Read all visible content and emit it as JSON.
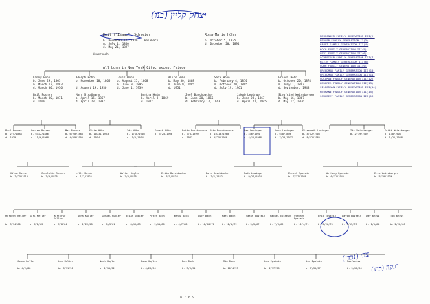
{
  "header": {
    "handwritten_title": "יצחק קליין (בנו)",
    "root_name": "Emil (\"Isaac\") Schreier",
    "root_line1": "b. November 12, 1830",
    "root_line2": "m. July 1, 1860",
    "root_line3": "d. May 21, 1897",
    "root_place": "Holabach",
    "root_place2": "Neuerbach",
    "spouse_name": "Rosa-Marie Höhn",
    "spouse_line1": "b. October 5, 1835",
    "spouse_line2": "d. December 20, 1894",
    "banner": "All born in New York City, except Friede"
  },
  "legend": [
    "RESPONDER FAMILY GENERATION III(2)",
    "BERGER FAMILY GENERATION II(3)",
    "HAUPT FAMILY GENERATION III(4)",
    "KOCH FAMILY GENERATION III(5)",
    "LEVI FAMILY GENERATION III(6)",
    "SCHNEIDER FAMILY GENERATION III(7)",
    "KLEIN FAMILY GENERATION III(8)",
    "COHN FAMILY GENERATION III(9)",
    "FREEDMAN FAMILY GENERATION III(10)",
    "FRIEDMAN FAMILY GENERATION III(11)",
    "GOLDMAN FAMILY GENERATION III(12)",
    "LEDERER FAMILY GENERATION III(13)",
    "SILBERMAN FAMILY GENERATION III(14)",
    "NEUMANN FAMILY GENERATION III(15)",
    "SCHUBERT FAMILY GENERATION III(16)"
  ],
  "gen2": [
    {
      "name": "Fanny Höhn",
      "b": "b. June 29, 1863",
      "m": "m. March 17, 1883",
      "d": "d. March 30, 1936"
    },
    {
      "name": "Adolph Höhn",
      "b": "b. November 18, 1865",
      "m": "",
      "d": "d. August 19, 1930"
    },
    {
      "name": "Louis Höhn",
      "b": "b. August 25, 1868",
      "m": "m. June 9, 1895",
      "d": "d. June 1, 1939"
    },
    {
      "name": "Alice Höhn",
      "b": "b. May 30, 1868",
      "m": "m. June 9, 1895",
      "d": "d. 1951"
    },
    {
      "name": "Sara Höhn",
      "b": "b. February 4, 1870",
      "m": "m. October 20, 1895",
      "d": "d. July 19, 1961"
    },
    {
      "name": "Frieda Höhn",
      "b": "b. October 20, 1874",
      "m": "m. July 1, 1897",
      "d": "d. September, 1948"
    }
  ],
  "gen2_spouses": [
    {
      "name": "Emil Rosner",
      "b": "b. March 30, 1871",
      "d": "d. 1940"
    },
    {
      "name": "Mary Straßmann",
      "b": "b. April 15, 1867",
      "d": "d. April 23, 1937"
    },
    {
      "name": "Bertha Haim",
      "b": "b. April 8, 1869",
      "d": "d. 1942"
    },
    {
      "name": "Joel Buschbacher",
      "b": "b. June 20, 1866",
      "d": "d. February 17, 1943"
    },
    {
      "name": "Jakob Lewinger",
      "b": "b. June 28, 1867",
      "d": "d. April 21, 1945"
    },
    {
      "name": "Siegfried Weissberger",
      "b": "b. May 16, 1867",
      "d": "d. May 12, 1936"
    }
  ],
  "gen3": [
    {
      "name": "Paul Rosner",
      "b": "b. 2/5/1884",
      "d": "d. 1939"
    },
    {
      "name": "Louise Rosner",
      "b": "b. 6/12/1886",
      "d": "d. 11/6/1968"
    },
    {
      "name": "Max Rosner",
      "b": "b. 6/20/1888",
      "d": "d. 4/29/1900"
    },
    {
      "name": "Elsie Höhn",
      "b": "b. 10/31/1903",
      "d": "d. 1954"
    },
    {
      "name": "Ida Höhn",
      "b": "b. 1/10/1906",
      "d": "d. 1/2/1994"
    },
    {
      "name": "Ernest Höhn",
      "b": "b. 3/25/1900",
      "d": ""
    },
    {
      "name": "Fritz Buschbacher",
      "b": "b. 7/8/1899",
      "d": "d. 1943"
    },
    {
      "name": "Otto Buschbacher",
      "b": "b. 10/10/1900",
      "d": "d. 4/25/1980"
    },
    {
      "name": "Max Lewinger",
      "b": "b. 4/6/1901",
      "d": "d. 4/12/1988"
    },
    {
      "name": "Anna Lewinger",
      "b": "b. 6/8/1898",
      "d": "d. 7/23/1977"
    },
    {
      "name": "Elisabeth Lewinger",
      "b": "b. 4/12/1905",
      "d": "d. 8/12/1985"
    },
    {
      "name": "Ida Weissberger",
      "b": "b. 2/19/1902",
      "d": ""
    },
    {
      "name": "Edith Weissberger",
      "b": "b. 1/8/1908",
      "d": "d. 1/21/1938"
    }
  ],
  "gen4": [
    {
      "name": "Hilde Rosner",
      "b": "b. 3/25/1910"
    },
    {
      "name": "Charlotte Rosner",
      "b": "b. 3/9/1925"
    },
    {
      "name": "Lilly Sarah",
      "b": "b. 1/7/1925"
    },
    {
      "name": "Walter Kugler",
      "b": "b. 7/5/1935"
    },
    {
      "name": "Erika Buschbacher",
      "b": "b. 5/5/1928"
    },
    {
      "name": "Dora Buschbacher",
      "b": "b. 3/1/1932"
    },
    {
      "name": "Ruth Lewinger",
      "b": "b. 9/27/1934"
    },
    {
      "name": "Ernest Epstein",
      "b": "b. 7/17/1938"
    },
    {
      "name": "Anthony Epstein",
      "b": "b. 6/11/1942"
    },
    {
      "name": "Eric Weissberger",
      "b": "b. 5/10/1936"
    }
  ],
  "gen5": [
    "Herbert Keller",
    "Karl Keller",
    "Marjorie Keller",
    "Anna Kugler",
    "Samuel Kugler",
    "Brian Kugler",
    "Peter Bach",
    "Wendy Bach",
    "Lucy Bach",
    "Mark Bach",
    "Sarah Epstein",
    "Rachel Epstein",
    "Stephen Epstein",
    "Eric Epstein",
    "David Epstein",
    "Amy Weiss",
    "Tom Weiss"
  ],
  "gen5_dates": [
    "b. 3/14/60",
    "b. 6/2/62",
    "b. 9/8/64",
    "b. 1/22/58",
    "b. 5/3/61",
    "b. 8/19/63",
    "b. 2/11/66",
    "b. 4/7/68",
    "b. 10/30/70",
    "b. 12/1/72",
    "b. 3/3/67",
    "b. 7/9/69",
    "b. 11/4/71",
    "b. 6/26/73",
    "b. 9/15/75",
    "b. 1/5/65",
    "b. 2/28/68"
  ],
  "gen6": [
    "Jonas Keller",
    "Lea Keller",
    "Noah Kugler",
    "Emma Kugler",
    "Ben Bach",
    "Mia Bach",
    "Leo Epstein",
    "Ava Epstein",
    "Max Weiss"
  ],
  "gen6_dates": [
    "b. 4/2/88",
    "b. 8/11/90",
    "b. 1/15/92",
    "b. 6/23/94",
    "b. 3/9/91",
    "b. 10/4/93",
    "b. 2/17/95",
    "b. 7/30/97",
    "b. 5/12/96"
  ],
  "margin_note": "צבי (נכדו)",
  "margin_note2": "רבקה (בתו)",
  "footer_mark": "8 7 6 9"
}
